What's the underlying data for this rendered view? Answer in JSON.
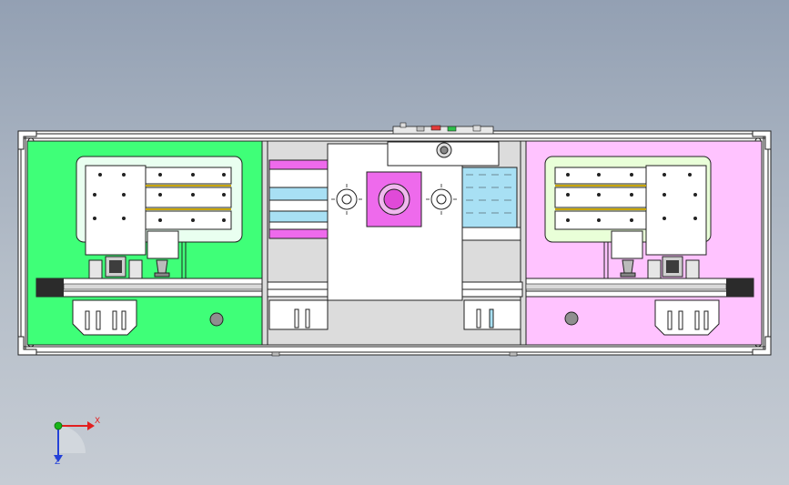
{
  "colors": {
    "background_top": "#93a0b3",
    "background_bottom": "#c6ccd4",
    "left_station": "#3fff78",
    "right_station": "#ffc3ff",
    "magenta_block": "#ee6aec",
    "cyan_rail": "#a8e0f4",
    "frame": "#ffffff",
    "outline": "#222222",
    "axis_x": "#e21f1f",
    "axis_y": "#18b518",
    "axis_z": "#2340d8"
  },
  "view": {
    "name": "cad-assembly-front-view",
    "icons": [
      "indicator-lights-icon",
      "knob-icon",
      "motor-icon",
      "mount-hole-icon"
    ]
  },
  "triad": {
    "x_label": "X",
    "z_label": "Z"
  }
}
